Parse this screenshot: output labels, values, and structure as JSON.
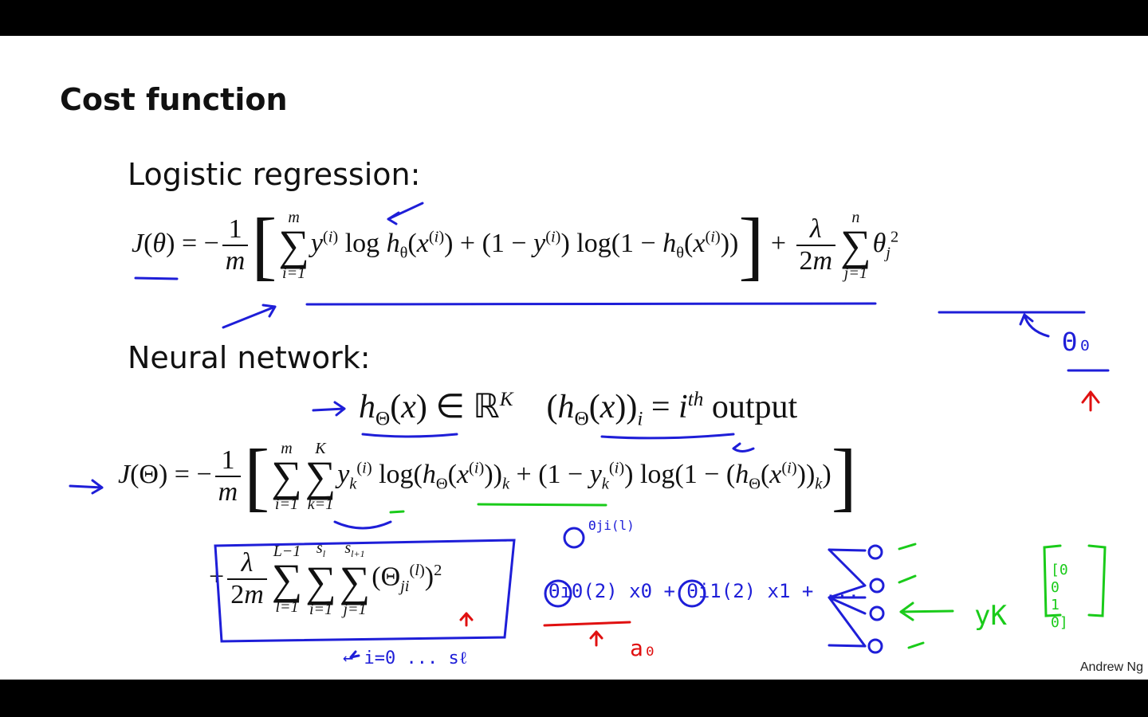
{
  "slide": {
    "title": "Cost function",
    "section_logistic": "Logistic regression:",
    "section_neural": "Neural network:",
    "author": "Andrew Ng"
  },
  "equations": {
    "logistic_lhs": "J(θ) = −",
    "logistic_body": "y(i) log hθ(x(i)) + (1 − y(i)) log(1 − hθ(x(i)))",
    "neural_output": "hΘ(x) ∈ ℝK",
    "neural_ith": "(hΘ(x))i = ith output",
    "neural_lhs": "J(Θ) = −",
    "neural_body": "yk(i) log(hΘ(x(i)))k + (1 − yk(i)) log(1 − (hΘ(x(i)))k)",
    "reg_term": "(Θji(l))2"
  },
  "annotations": {
    "theta0": "Θ₀",
    "i_range": "← i=0 ... sℓ",
    "theta_ji_l": "Θji(l)",
    "expansion": "Θi0(2) x0 + Θi1(2) x1 + ...",
    "a0": "a₀",
    "yk": "yK",
    "vector": "[0 0 1 0]"
  },
  "colors": {
    "ink_blue": "#1e1ed8",
    "ink_red": "#e01010",
    "ink_green": "#1acb1a"
  }
}
